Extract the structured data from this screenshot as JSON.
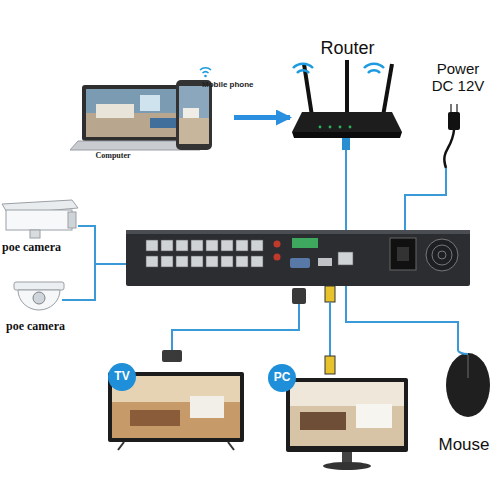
{
  "diagram": {
    "nodes": [
      {
        "text": [
          "Router"
        ]
      },
      {
        "text": [
          "Power DC 12V"
        ]
      },
      {
        "text": [
          "Mobile phone"
        ]
      },
      {
        "text": [
          "Computer"
        ]
      },
      {
        "text": [
          "poe camera"
        ]
      },
      {
        "text": [
          "poe camera"
        ]
      },
      {
        "text": [
          "TV"
        ]
      },
      {
        "text": [
          "PC"
        ]
      },
      {
        "text": [
          "Mouse"
        ]
      }
    ],
    "edges": [
      {
        "from": 2,
        "to": 0,
        "arrow": "to"
      }
    ]
  }
}
